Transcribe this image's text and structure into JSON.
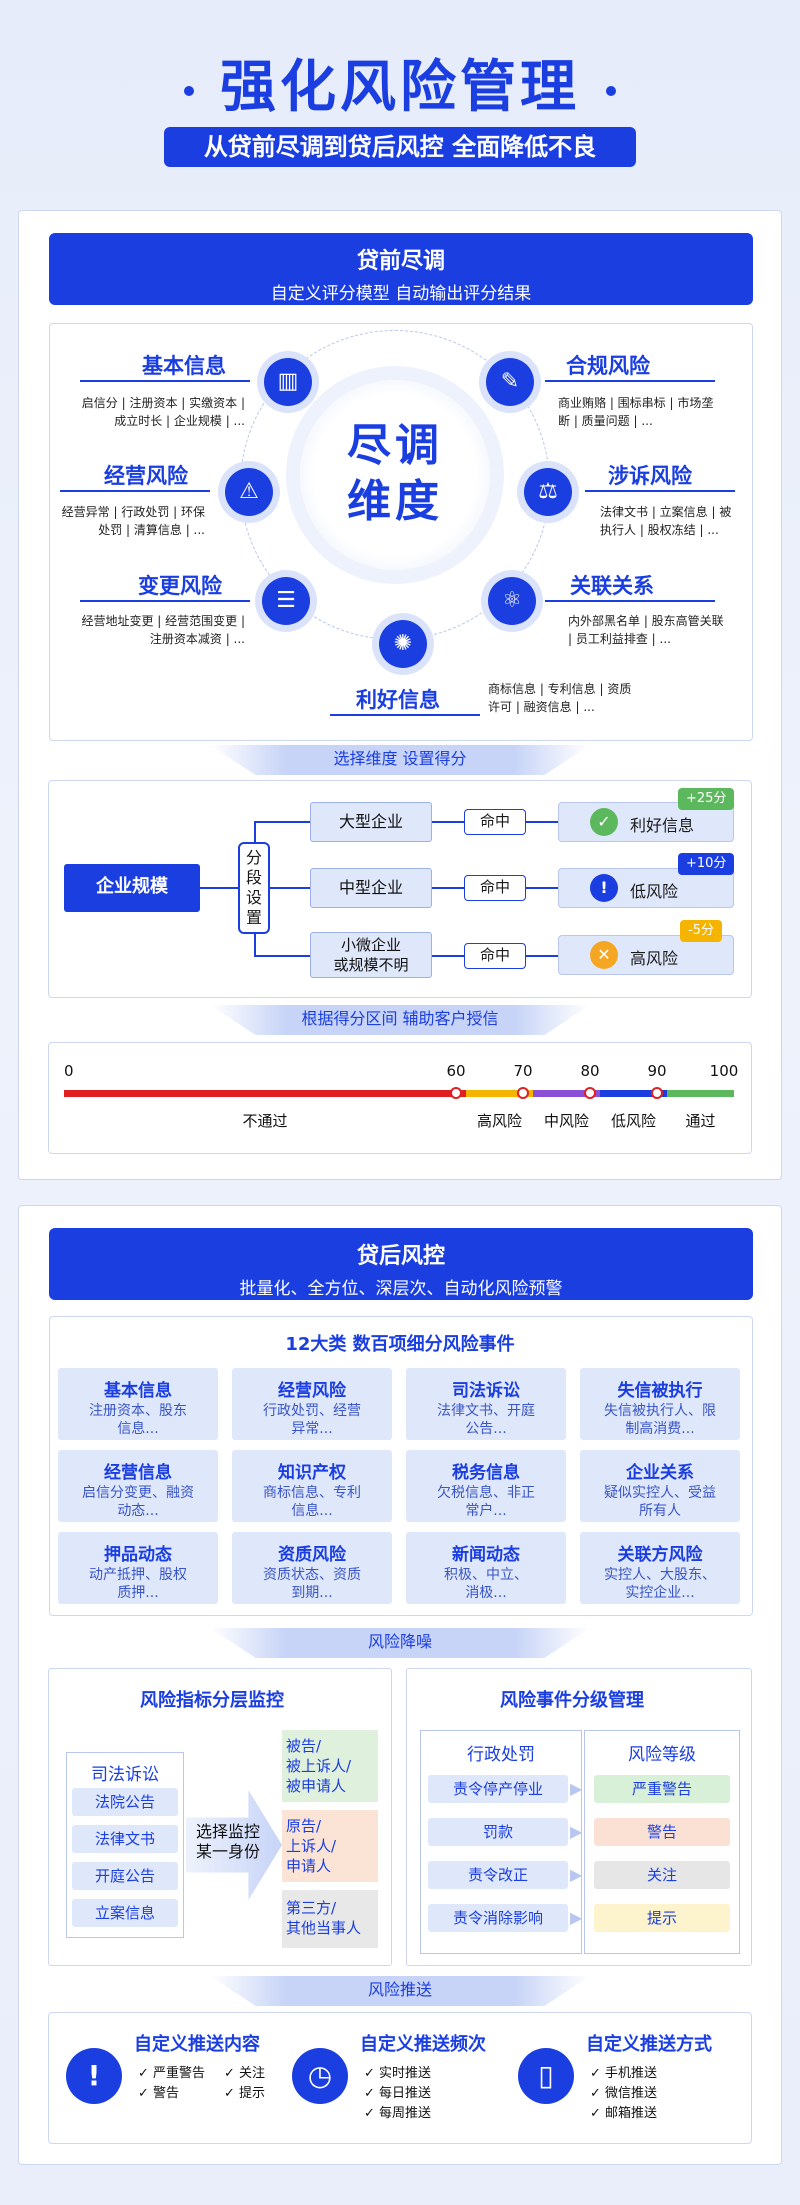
{
  "header": {
    "title": "强化风险管理",
    "subtitle": "从贷前尽调到贷后风控 全面降低不良"
  },
  "pre": {
    "banner_title": "贷前尽调",
    "banner_sub": "自定义评分模型 自动输出评分结果",
    "center": [
      "尽调",
      "维度"
    ],
    "dims": [
      {
        "label": "基本信息",
        "desc": "启信分 | 注册资本 | 实缴资本 | 成立时长 | 企业规模 | ..."
      },
      {
        "label": "经营风险",
        "desc": "经营异常 | 行政处罚 | 环保处罚 | 清算信息 | ..."
      },
      {
        "label": "变更风险",
        "desc": "经营地址变更 | 经营范围变更 | 注册资本减资 | ..."
      },
      {
        "label": "利好信息",
        "desc": "商标信息 | 专利信息 | 资质许可 | 融资信息 | ..."
      },
      {
        "label": "合规风险",
        "desc": "商业贿赂 | 围标串标 | 市场垄断 | 质量问题 | ..."
      },
      {
        "label": "涉诉风险",
        "desc": "法律文书 | 立案信息 | 被执行人 | 股权冻结 | ..."
      },
      {
        "label": "关联关系",
        "desc": "内外部黑名单 | 股东高管关联 | 员工利益排查 | ..."
      }
    ],
    "funnel1": "选择维度 设置得分",
    "scoring": {
      "root": "企业规模",
      "seg": [
        "分",
        "段",
        "设",
        "置"
      ],
      "hit": "命中",
      "rows": [
        {
          "size": "大型企业",
          "result": "利好信息",
          "score": "+25分",
          "color": "#5cb85c",
          "icon": "✓"
        },
        {
          "size": "中型企业",
          "result": "低风险",
          "score": "+10分",
          "color": "#1b3ee0",
          "icon": "!"
        },
        {
          "size": "小微企业\n或规模不明",
          "size1": "小微企业",
          "size2": "或规模不明",
          "result": "高风险",
          "score": "-5分",
          "color": "#f5a623",
          "icon": "✕"
        }
      ]
    },
    "funnel2": "根据得分区间 辅助客户授信",
    "scale": {
      "ticks": [
        "0",
        "60",
        "70",
        "80",
        "90",
        "100"
      ],
      "tick_values": [
        0,
        60,
        70,
        80,
        90,
        100
      ],
      "bands": [
        {
          "label": "不通过",
          "from": 0,
          "to": 60,
          "color": "#e02020"
        },
        {
          "label": "高风险",
          "from": 60,
          "to": 70,
          "color": "#f5b400"
        },
        {
          "label": "中风险",
          "from": 70,
          "to": 80,
          "color": "#8a4fd6"
        },
        {
          "label": "低风险",
          "from": 80,
          "to": 90,
          "color": "#1b3ee0"
        },
        {
          "label": "通过",
          "from": 90,
          "to": 100,
          "color": "#5cb85c"
        }
      ]
    }
  },
  "post": {
    "banner_title": "贷后风控",
    "banner_sub": "批量化、全方位、深层次、自动化风险预警",
    "grid_title": "12大类 数百项细分风险事件",
    "cats": [
      {
        "t": "基本信息",
        "d1": "注册资本、股东",
        "d2": "信息..."
      },
      {
        "t": "经营风险",
        "d1": "行政处罚、经营",
        "d2": "异常..."
      },
      {
        "t": "司法诉讼",
        "d1": "法律文书、开庭",
        "d2": "公告..."
      },
      {
        "t": "失信被执行",
        "d1": "失信被执行人、限",
        "d2": "制高消费..."
      },
      {
        "t": "经营信息",
        "d1": "启信分变更、融资",
        "d2": "动态..."
      },
      {
        "t": "知识产权",
        "d1": "商标信息、专利",
        "d2": "信息..."
      },
      {
        "t": "税务信息",
        "d1": "欠税信息、非正",
        "d2": "常户..."
      },
      {
        "t": "企业关系",
        "d1": "疑似实控人、受益",
        "d2": "所有人"
      },
      {
        "t": "押品动态",
        "d1": "动产抵押、股权",
        "d2": "质押..."
      },
      {
        "t": "资质风险",
        "d1": "资质状态、资质",
        "d2": "到期..."
      },
      {
        "t": "新闻动态",
        "d1": "积极、中立、",
        "d2": "消极..."
      },
      {
        "t": "关联方风险",
        "d1": "实控人、大股东、",
        "d2": "实控企业..."
      }
    ],
    "funnel3": "风险降噪",
    "left": {
      "title": "风险指标分层监控",
      "group": "司法诉讼",
      "items": [
        "法院公告",
        "法律文书",
        "开庭公告",
        "立案信息"
      ],
      "arrow": [
        "选择监控",
        "某一身份"
      ],
      "roles": [
        [
          "被告/",
          "被上诉人/",
          "被申请人"
        ],
        [
          "原告/",
          "上诉人/",
          "申请人"
        ],
        [
          "第三方/",
          "其他当事人"
        ]
      ]
    },
    "right": {
      "title": "风险事件分级管理",
      "col1": "行政处罚",
      "col2": "风险等级",
      "events": [
        "责令停产停业",
        "罚款",
        "责令改正",
        "责令消除影响"
      ],
      "levels": [
        {
          "t": "严重警告",
          "bg": "#d8f0d8"
        },
        {
          "t": "警告",
          "bg": "#fbe0d4"
        },
        {
          "t": "关注",
          "bg": "#e6e6e6"
        },
        {
          "t": "提示",
          "bg": "#fdf3cc"
        }
      ]
    },
    "funnel4": "风险推送",
    "push": [
      {
        "title": "自定义推送内容",
        "icon": "!",
        "items": [
          "✓ 严重警告",
          "✓ 关注",
          "✓ 警告",
          "✓ 提示"
        ]
      },
      {
        "title": "自定义推送频次",
        "icon": "◷",
        "items": [
          "✓ 实时推送",
          "✓ 每日推送",
          "✓ 每周推送"
        ]
      },
      {
        "title": "自定义推送方式",
        "icon": "▯",
        "items": [
          "✓ 手机推送",
          "✓ 微信推送",
          "✓ 邮箱推送"
        ]
      }
    ]
  }
}
